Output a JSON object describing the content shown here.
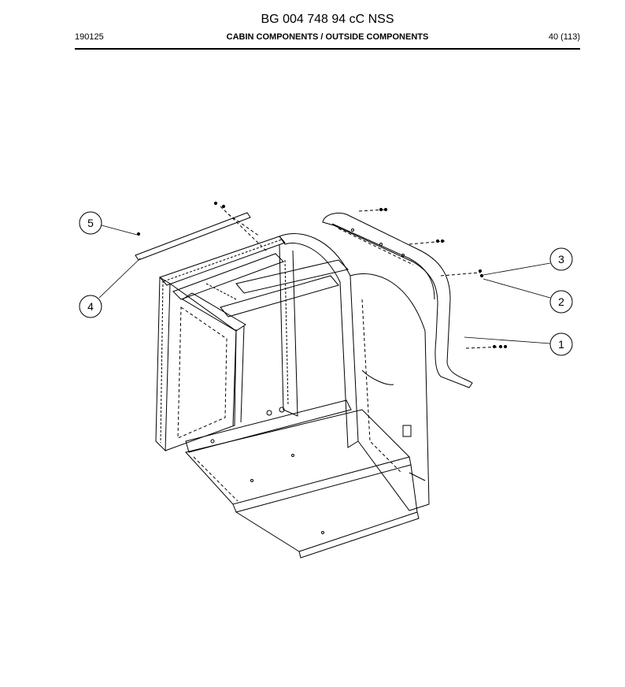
{
  "header": {
    "document_title": "BG 004 748 94 cC NSS",
    "date_code": "190125",
    "section_title": "CABIN COMPONENTS / OUTSIDE COMPONENTS",
    "page_number": "40 (113)"
  },
  "callouts": {
    "c1": "1",
    "c2": "2",
    "c3": "3",
    "c4": "4",
    "c5": "5"
  }
}
